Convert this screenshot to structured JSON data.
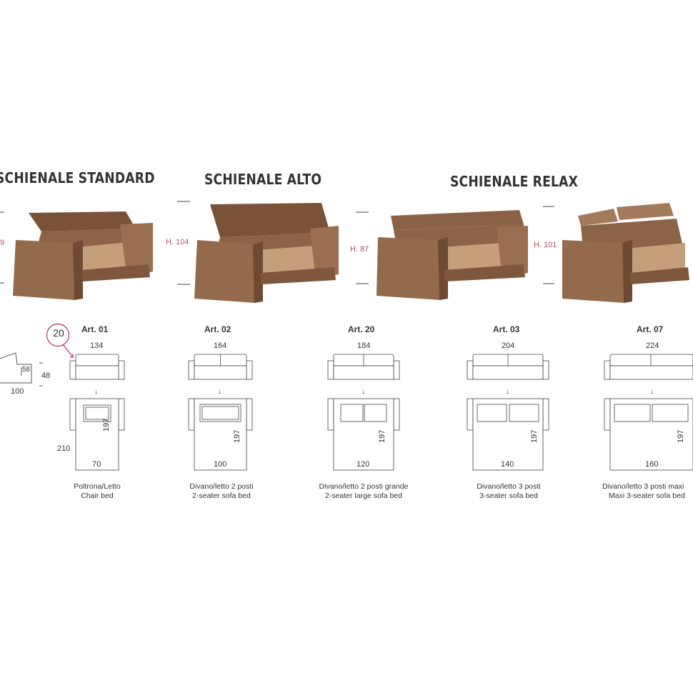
{
  "sections": {
    "standard": "SCHIENALE STANDARD",
    "alto": "SCHIENALE ALTO",
    "relax": "SCHIENALE RELAX"
  },
  "heights": {
    "standard": "9",
    "alto": "H. 104",
    "relax_low": "H. 87",
    "relax_high": "H. 101"
  },
  "badge": "20",
  "side_view": {
    "seat": "58",
    "height": "48",
    "depth": "100"
  },
  "bed_length": "210",
  "arrow": "↓",
  "items": [
    {
      "art": "Art. 01",
      "width": "134",
      "sleep_len": "197",
      "mattress": "70",
      "cap_it": "Poltrona/Letto",
      "cap_en": "Chair bed"
    },
    {
      "art": "Art. 02",
      "width": "164",
      "sleep_len": "197",
      "mattress": "100",
      "cap_it": "Divano/letto 2 posti",
      "cap_en": "2-seater sofa bed"
    },
    {
      "art": "Art. 20",
      "width": "184",
      "sleep_len": "197",
      "mattress": "120",
      "cap_it": "Divano/letto 2 posti grande",
      "cap_en": "2-seater large sofa bed"
    },
    {
      "art": "Art. 03",
      "width": "204",
      "sleep_len": "197",
      "mattress": "140",
      "cap_it": "Divano/letto 3 posti",
      "cap_en": "3-seater sofa bed"
    },
    {
      "art": "Art. 07",
      "width": "224",
      "sleep_len": "197",
      "mattress": "160",
      "cap_it": "Divano/letto 3 posti maxi",
      "cap_en": "Maxi 3-seater sofa bed"
    }
  ],
  "colors": {
    "leather": "#8c6347",
    "leather_dark": "#6e4a33",
    "cushion": "#c9a383",
    "accent": "#b03070",
    "line": "#555555"
  }
}
